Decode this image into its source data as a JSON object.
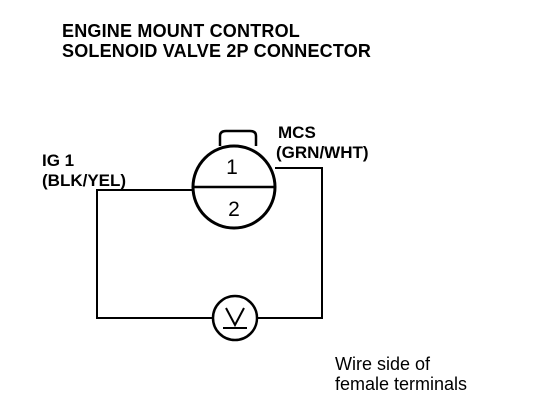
{
  "title": {
    "line1": "ENGINE MOUNT CONTROL",
    "line2": "SOLENOID VALVE 2P CONNECTOR"
  },
  "connector": {
    "pin1": "1",
    "pin2": "2"
  },
  "wires": {
    "ig1_name": "IG 1",
    "ig1_color": "(BLK/YEL)",
    "mcs_name": "MCS",
    "mcs_color": "(GRN/WHT)"
  },
  "meter": {
    "icon": "voltmeter-icon"
  },
  "note": {
    "line1": "Wire side of",
    "line2": "female terminals"
  }
}
